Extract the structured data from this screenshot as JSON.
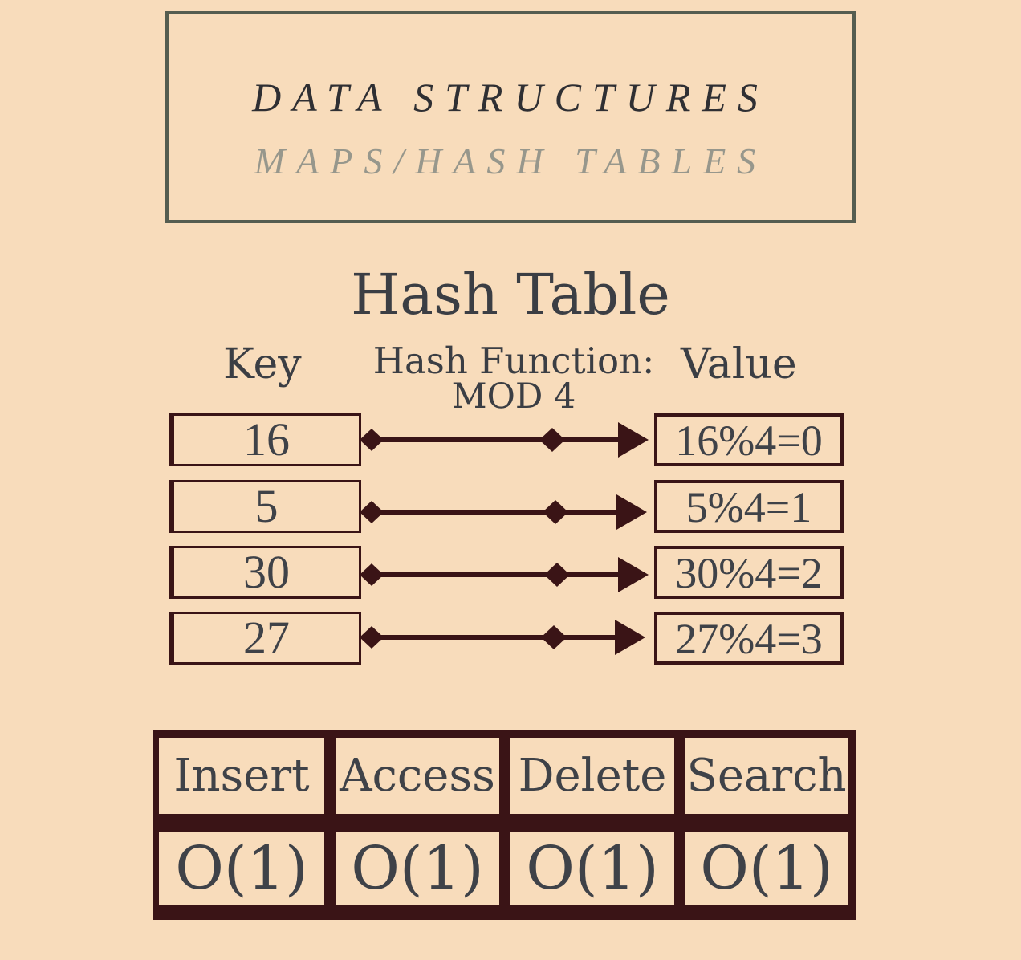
{
  "title": {
    "main": "DATA STRUCTURES",
    "sub": "MAPS/HASH TABLES"
  },
  "heading": "Hash Table",
  "columns": {
    "key": "Key",
    "hash_function": "Hash Function:",
    "hash_function_detail": "MOD 4",
    "value": "Value"
  },
  "rows": [
    {
      "key": "16",
      "value": "16%4=0"
    },
    {
      "key": "5",
      "value": "5%4=1"
    },
    {
      "key": "30",
      "value": "30%4=2"
    },
    {
      "key": "27",
      "value": "27%4=3"
    }
  ],
  "operations": [
    {
      "name": "Insert",
      "complexity": "O(1)"
    },
    {
      "name": "Access",
      "complexity": "O(1)"
    },
    {
      "name": "Delete",
      "complexity": "O(1)"
    },
    {
      "name": "Search",
      "complexity": "O(1)"
    }
  ],
  "colors": {
    "background": "#f8dcbb",
    "dark_maroon": "#3a1416",
    "title_border": "#555d50"
  }
}
